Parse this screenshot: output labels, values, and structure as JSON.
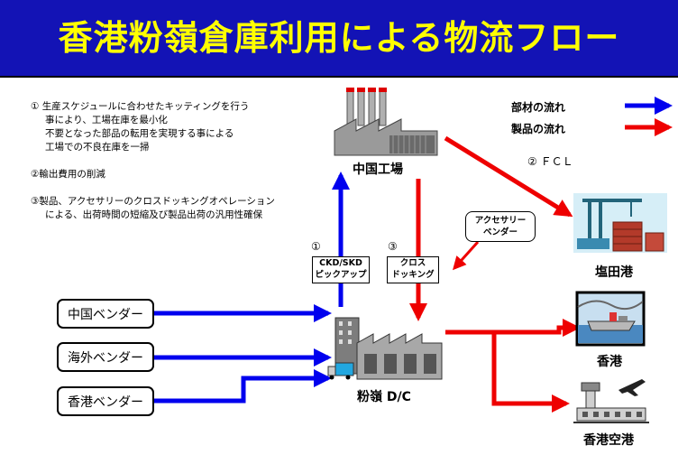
{
  "title": "香港粉嶺倉庫利用による物流フロー",
  "notes": {
    "note1_lines": [
      "① 生産スケジュールに合わせたキッティングを行う",
      "事により、工場在庫を最小化",
      "不要となった部品の転用を実現する事による",
      "工場での不良在庫を一掃"
    ],
    "note2": "②輸出費用の削減",
    "note3_lines": [
      "③製品、アクセサリーのクロスドッキングオペレーション",
      "による、出荷時間の短縮及び製品出荷の汎用性確保"
    ]
  },
  "legend": {
    "parts_flow": "部材の流れ",
    "product_flow": "製品の流れ",
    "parts_color": "#0000ee",
    "product_color": "#ee0000"
  },
  "vendors": [
    "中国ベンダー",
    "海外ベンダー",
    "香港ベンダー"
  ],
  "nodes": {
    "china_factory": "中国工場",
    "fanling_dc": "粉嶺 D/C",
    "yantian_port": "塩田港",
    "hong_kong": "香港",
    "hk_airport": "香港空港"
  },
  "labels": {
    "fcl": "② ＦＣＬ",
    "num1": "①",
    "num3": "③",
    "ckd_box": [
      "CKD/SKD",
      "ピックアップ"
    ],
    "cross_box": [
      "クロス",
      "ドッキング"
    ],
    "accessory_bubble": [
      "アクセサリー",
      "ベンダー"
    ]
  },
  "icons": [
    "factory-icon",
    "warehouse-icon",
    "port-crane-icon",
    "ship-icon",
    "airport-icon",
    "truck-icon"
  ]
}
